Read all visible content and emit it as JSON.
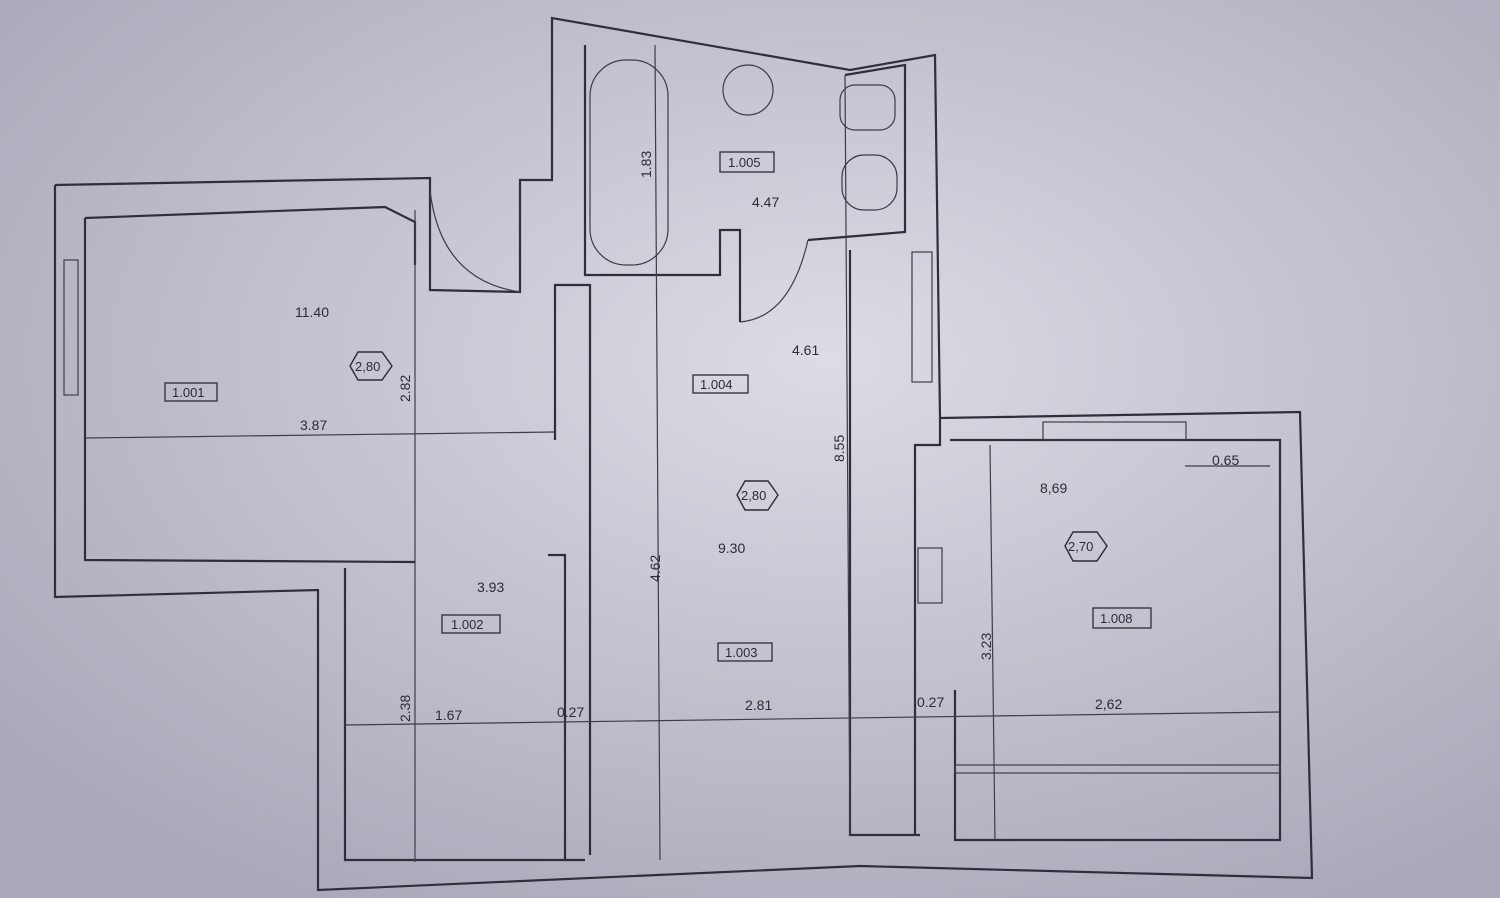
{
  "rooms": [
    {
      "id": "1.001",
      "area": "11.40",
      "height": "2,80"
    },
    {
      "id": "1.002",
      "area": "3.93"
    },
    {
      "id": "1.003",
      "area": "9.30",
      "height": "2,80"
    },
    {
      "id": "1.004",
      "area": "4.61"
    },
    {
      "id": "1.005",
      "area": "4.47"
    },
    {
      "id": "1.008",
      "area": "8,69",
      "height": "2,70"
    }
  ],
  "dimensions": {
    "d1": "3.87",
    "d2": "2.82",
    "d3": "1.83",
    "d4": "4.62",
    "d5": "8.55",
    "d6": "2.38",
    "d7": "1.67",
    "d8": "0.27",
    "d9": "2.81",
    "d10": "0.27",
    "d11": "2,62",
    "d12": "3.23",
    "d13": "0.65"
  },
  "colors": {
    "paper": "#b9b8c6",
    "ink": "#2f2f3c"
  }
}
